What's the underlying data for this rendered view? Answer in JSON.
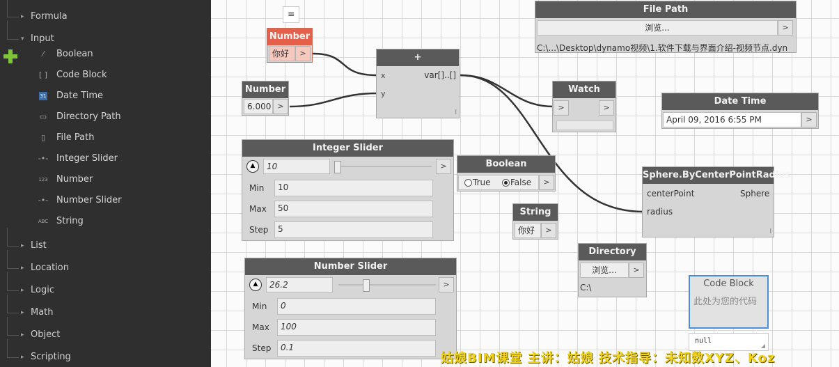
{
  "library": {
    "categories_top": [
      {
        "id": "formula",
        "label": "Formula",
        "arrow": "▸"
      },
      {
        "id": "input",
        "label": "Input",
        "arrow": "▾"
      }
    ],
    "input_items": [
      {
        "id": "boolean",
        "label": "Boolean",
        "icon": "⁄"
      },
      {
        "id": "code-block",
        "label": "Code Block",
        "icon": "[ ]"
      },
      {
        "id": "date-time",
        "label": "Date Time",
        "icon": "31"
      },
      {
        "id": "directory-path",
        "label": "Directory Path",
        "icon": "▭"
      },
      {
        "id": "file-path",
        "label": "File Path",
        "icon": "▯"
      },
      {
        "id": "integer-slider",
        "label": "Integer Slider",
        "icon": "-•-"
      },
      {
        "id": "number",
        "label": "Number",
        "icon": "123"
      },
      {
        "id": "number-slider",
        "label": "Number Slider",
        "icon": "-•-"
      },
      {
        "id": "string",
        "label": "String",
        "icon": "ABC"
      }
    ],
    "categories_bottom": [
      {
        "id": "list",
        "label": "List",
        "arrow": "▸"
      },
      {
        "id": "location",
        "label": "Location",
        "arrow": "▸"
      },
      {
        "id": "logic",
        "label": "Logic",
        "arrow": "▸"
      },
      {
        "id": "math",
        "label": "Math",
        "arrow": "▸"
      },
      {
        "id": "object",
        "label": "Object",
        "arrow": "▸"
      },
      {
        "id": "scripting",
        "label": "Scripting",
        "arrow": "▸"
      }
    ]
  },
  "nodes": {
    "number_selected": {
      "title": "Number",
      "value": "你好",
      "out": ">"
    },
    "number": {
      "title": "Number",
      "value": "6.000",
      "out": ">"
    },
    "add": {
      "title": "+",
      "in_x": "x",
      "in_y": "y",
      "out": "var[]..[]",
      "lacing": "l"
    },
    "file_path": {
      "title": "File Path",
      "browse": "浏览...",
      "out": ">",
      "path": "C:\\...\\Desktop\\dynamo视频\\1.软件下载与界面介绍-视频节点.dyn"
    },
    "watch": {
      "title": "Watch",
      "in": ">",
      "out": ">"
    },
    "date_time": {
      "title": "Date Time",
      "value": "April 09, 2016 6:55 PM",
      "out": ">"
    },
    "integer_slider": {
      "title": "Integer Slider",
      "value": "10",
      "min_label": "Min",
      "min": "10",
      "max_label": "Max",
      "max": "50",
      "step_label": "Step",
      "step": "5",
      "out": ">",
      "slider_fraction": 0.0
    },
    "boolean": {
      "title": "Boolean",
      "true_label": "True",
      "false_label": "False",
      "selected": "False",
      "out": ">"
    },
    "string": {
      "title": "String",
      "value": "你好",
      "out": ">"
    },
    "sphere": {
      "title": "Sphere.ByCenterPointRadius",
      "in_center": "centerPoint",
      "in_radius": "radius",
      "out": "Sphere",
      "lacing": "l"
    },
    "directory_path": {
      "title": "Directory Path",
      "browse": "浏览...",
      "out": ">",
      "path": "C:\\"
    },
    "number_slider": {
      "title": "Number Slider",
      "value": "26.2",
      "min_label": "Min",
      "min": "0",
      "max_label": "Max",
      "max": "100",
      "step_label": "Step",
      "step": "0.1",
      "out": ">",
      "slider_fraction": 0.262
    },
    "code_block": {
      "title": "Code Block",
      "placeholder": "此处为您的代码",
      "preview": "null"
    }
  },
  "watermark": "姑娘BIM课堂  主讲：姑娘  技术指导：未知数XYZ、Koz"
}
